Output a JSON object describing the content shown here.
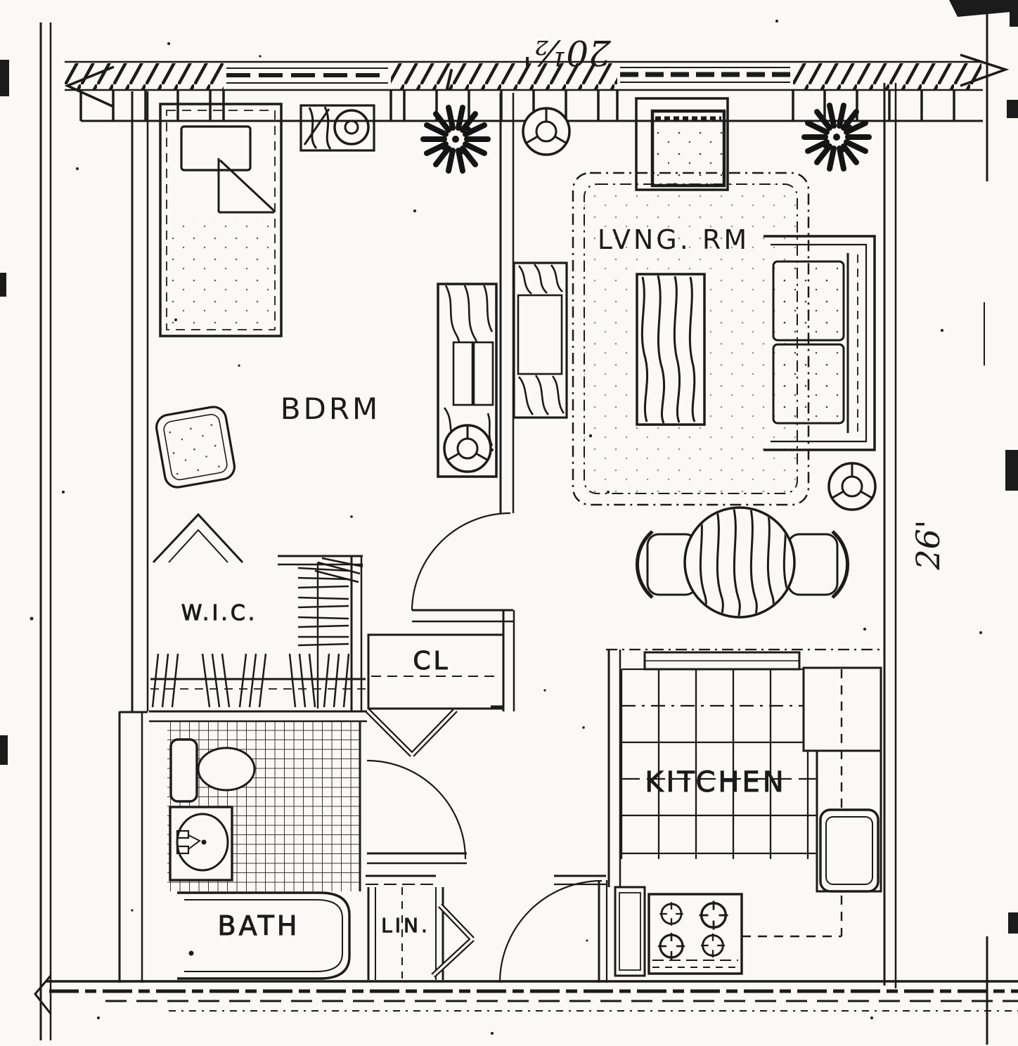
{
  "document": {
    "kind": "apartment floor plan (scanned blueprint)",
    "dimensions": {
      "top_width": "20½'",
      "right_height": "26'"
    },
    "rooms": {
      "bedroom": {
        "label": "BDRM"
      },
      "living_room": {
        "label": "LVNG. RM"
      },
      "walk_in_closet": {
        "label": "W.I.C."
      },
      "closet": {
        "label": "CL"
      },
      "bath": {
        "label": "BATH"
      },
      "linen": {
        "label": "LIN."
      },
      "kitchen": {
        "label": "KITCHEN"
      }
    },
    "ink_color": "#1b1b1b",
    "paper_color": "#faf9f5"
  }
}
